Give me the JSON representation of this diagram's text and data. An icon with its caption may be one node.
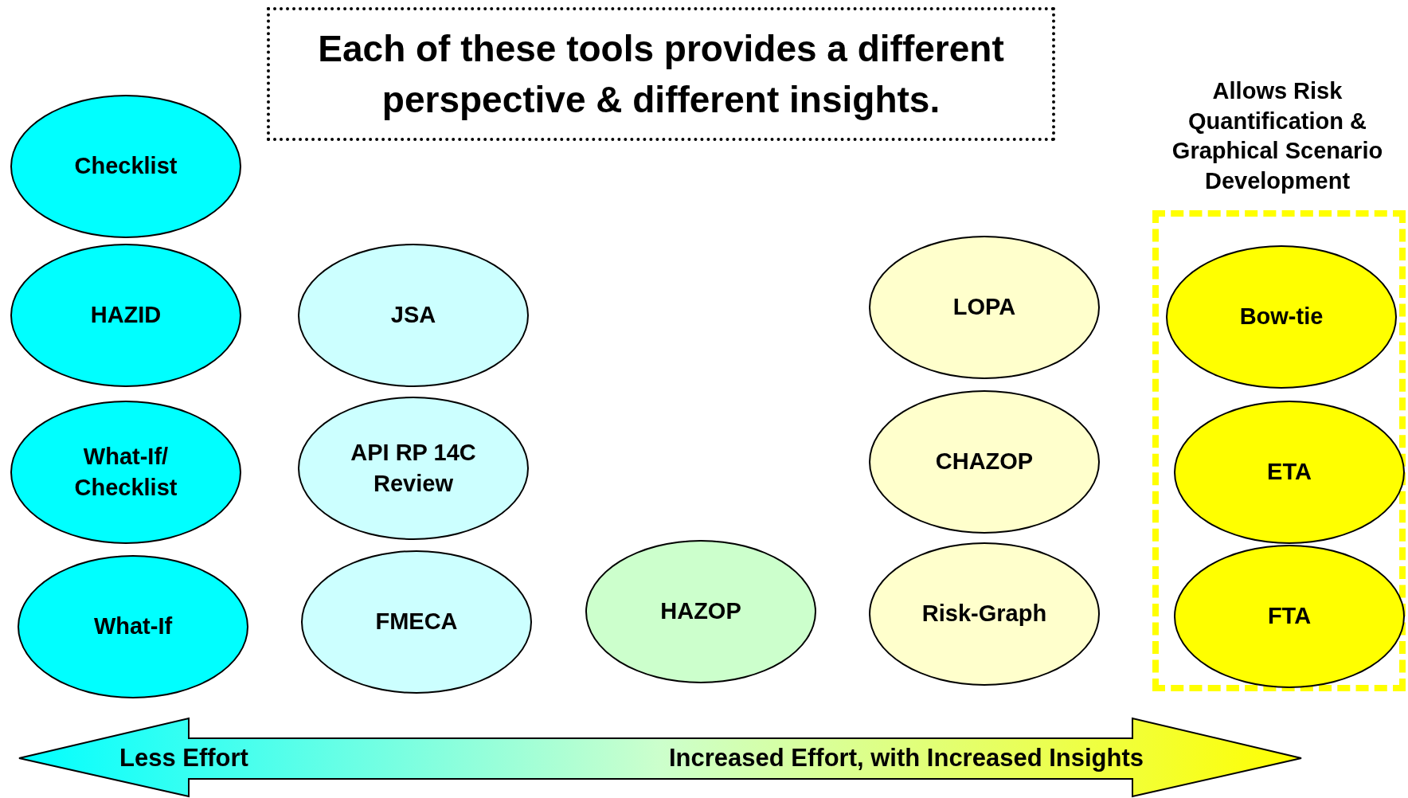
{
  "diagram": {
    "nodes": [
      {
        "text": [
          "Each of these tools provides a different perspective & different insights."
        ]
      },
      {
        "text": [
          "Checklist"
        ]
      },
      {
        "text": [
          "HAZID"
        ]
      },
      {
        "text": [
          "What-If/ Checklist"
        ]
      },
      {
        "text": [
          "What-If"
        ]
      },
      {
        "text": [
          "JSA"
        ]
      },
      {
        "text": [
          "API RP 14C Review"
        ]
      },
      {
        "text": [
          "FMECA"
        ]
      },
      {
        "text": [
          "HAZOP"
        ]
      },
      {
        "text": [
          "LOPA"
        ]
      },
      {
        "text": [
          "CHAZOP"
        ]
      },
      {
        "text": [
          "Risk-Graph"
        ]
      },
      {
        "text": [
          "Allows Risk Quantification & Graphical Scenario Development"
        ]
      },
      {
        "text": [
          "Bow-tie"
        ],
        "in": 12
      },
      {
        "text": [
          "ETA"
        ],
        "in": 12
      },
      {
        "text": [
          "FTA"
        ],
        "in": 12
      }
    ],
    "edges": [],
    "labels": [
      "Less Effort",
      "Increased Effort, with Increased Insights"
    ]
  }
}
